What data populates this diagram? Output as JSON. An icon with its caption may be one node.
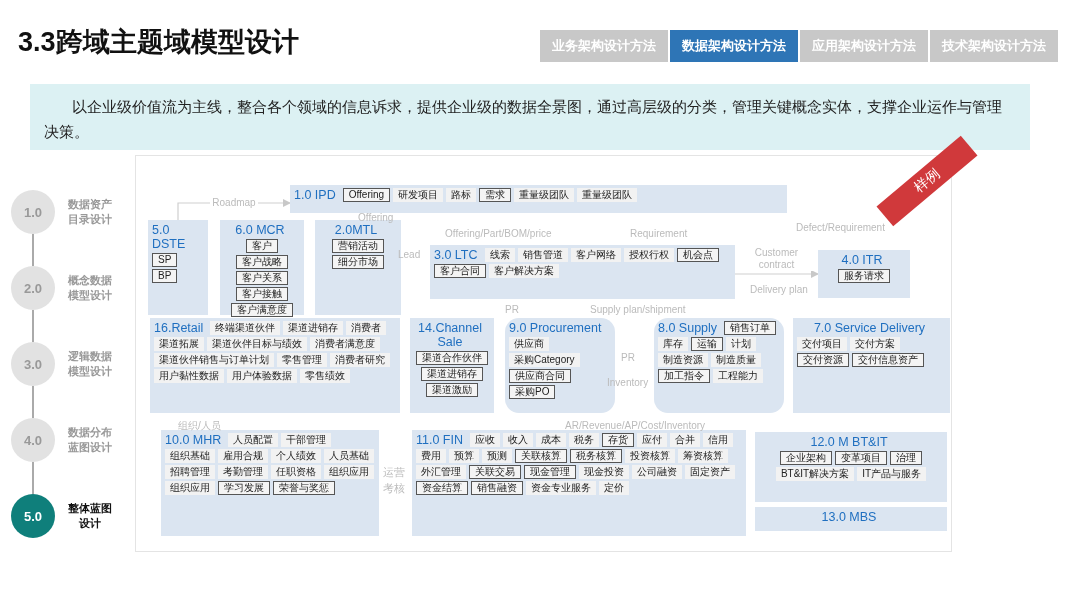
{
  "diagram": {
    "title": "3.3跨域主题域模型设计",
    "nodes": [
      {
        "text": [
          "1.0"
        ],
        "beside": [
          "数据资产目录设计"
        ]
      },
      {
        "text": [
          "2.0"
        ],
        "beside": [
          "概念数据模型设计"
        ]
      },
      {
        "text": [
          "3.0"
        ],
        "beside": [
          "逻辑数据模型设计"
        ]
      },
      {
        "text": [
          "4.0"
        ],
        "beside": [
          "数据分布蓝图设计"
        ]
      },
      {
        "text": [
          "5.0"
        ],
        "beside": [
          "整体蓝图设计"
        ]
      },
      {
        "text": [
          "以企业级价值流为主线，整合各个领域的信息诉求，提供企业级的数据全景图，通过高层级的分类，管理关键概念实体，支撑企业运作与管理决策。"
        ]
      },
      {
        "text": [
          "1.0 IPD"
        ]
      },
      {
        "text": [
          "Offering"
        ],
        "in": 6
      },
      {
        "text": [
          "研发项目"
        ],
        "in": 6
      },
      {
        "text": [
          "路标"
        ],
        "in": 6
      },
      {
        "text": [
          "需求"
        ],
        "in": 6
      },
      {
        "text": [
          "重量级团队"
        ],
        "in": 6
      },
      {
        "text": [
          "重量级团队"
        ],
        "in": 6
      },
      {
        "text": [
          "5.0 DSTE"
        ]
      },
      {
        "text": [
          "SP"
        ],
        "in": 13
      },
      {
        "text": [
          "BP"
        ],
        "in": 13
      },
      {
        "text": [
          "6.0 MCR"
        ]
      },
      {
        "text": [
          "客户"
        ],
        "in": 16
      },
      {
        "text": [
          "客户战略"
        ],
        "in": 16
      },
      {
        "text": [
          "客户关系"
        ],
        "in": 16
      },
      {
        "text": [
          "客户接触"
        ],
        "in": 16
      },
      {
        "text": [
          "客户满意度"
        ],
        "in": 16
      },
      {
        "text": [
          "2.0MTL"
        ]
      },
      {
        "text": [
          "营销活动"
        ],
        "in": 22
      },
      {
        "text": [
          "细分市场"
        ],
        "in": 22
      },
      {
        "text": [
          "3.0 LTC"
        ]
      },
      {
        "text": [
          "线索"
        ],
        "in": 25
      },
      {
        "text": [
          "销售管道"
        ],
        "in": 25
      },
      {
        "text": [
          "客户网络"
        ],
        "in": 25
      },
      {
        "text": [
          "授权行权"
        ],
        "in": 25
      },
      {
        "text": [
          "机会点"
        ],
        "in": 25
      },
      {
        "text": [
          "客户合同"
        ],
        "in": 25
      },
      {
        "text": [
          "客户解决方案"
        ],
        "in": 25
      },
      {
        "text": [
          "4.0 ITR"
        ]
      },
      {
        "text": [
          "服务请求"
        ],
        "in": 33
      },
      {
        "text": [
          "16.Retail"
        ]
      },
      {
        "text": [
          "终端渠道伙伴"
        ],
        "in": 35
      },
      {
        "text": [
          "渠道进销存"
        ],
        "in": 35
      },
      {
        "text": [
          "消费者"
        ],
        "in": 35
      },
      {
        "text": [
          "渠道拓展"
        ],
        "in": 35
      },
      {
        "text": [
          "渠道伙伴目标与绩效"
        ],
        "in": 35
      },
      {
        "text": [
          "消费者满意度"
        ],
        "in": 35
      },
      {
        "text": [
          "渠道伙伴销售与订单计划"
        ],
        "in": 35
      },
      {
        "text": [
          "零售管理"
        ],
        "in": 35
      },
      {
        "text": [
          "消费者研究"
        ],
        "in": 35
      },
      {
        "text": [
          "用户黏性数据"
        ],
        "in": 35
      },
      {
        "text": [
          "用户体验数据"
        ],
        "in": 35
      },
      {
        "text": [
          "零售绩效"
        ],
        "in": 35
      },
      {
        "text": [
          "14.Channel Sale"
        ]
      },
      {
        "text": [
          "渠道合作伙伴"
        ],
        "in": 48
      },
      {
        "text": [
          "渠道进销存"
        ],
        "in": 48
      },
      {
        "text": [
          "渠道激励"
        ],
        "in": 48
      },
      {
        "text": [
          "9.0 Procurement"
        ]
      },
      {
        "text": [
          "供应商"
        ],
        "in": 52
      },
      {
        "text": [
          "采购Category"
        ],
        "in": 52
      },
      {
        "text": [
          "供应商合同"
        ],
        "in": 52
      },
      {
        "text": [
          "采购PO"
        ],
        "in": 52
      },
      {
        "text": [
          "8.0 Supply"
        ]
      },
      {
        "text": [
          "销售订单"
        ],
        "in": 57
      },
      {
        "text": [
          "库存"
        ],
        "in": 57
      },
      {
        "text": [
          "运输"
        ],
        "in": 57
      },
      {
        "text": [
          "计划"
        ],
        "in": 57
      },
      {
        "text": [
          "制造资源"
        ],
        "in": 57
      },
      {
        "text": [
          "制造质量"
        ],
        "in": 57
      },
      {
        "text": [
          "加工指令"
        ],
        "in": 57
      },
      {
        "text": [
          "工程能力"
        ],
        "in": 57
      },
      {
        "text": [
          "7.0 Service Delivery"
        ]
      },
      {
        "text": [
          "交付项目"
        ],
        "in": 66
      },
      {
        "text": [
          "交付方案"
        ],
        "in": 66
      },
      {
        "text": [
          "交付资源"
        ],
        "in": 66
      },
      {
        "text": [
          "交付信息资产"
        ],
        "in": 66
      },
      {
        "text": [
          "10.0 MHR"
        ]
      },
      {
        "text": [
          "人员配置"
        ],
        "in": 71
      },
      {
        "text": [
          "干部管理"
        ],
        "in": 71
      },
      {
        "text": [
          "组织基础"
        ],
        "in": 71
      },
      {
        "text": [
          "雇用合规"
        ],
        "in": 71
      },
      {
        "text": [
          "个人绩效"
        ],
        "in": 71
      },
      {
        "text": [
          "人员基础"
        ],
        "in": 71
      },
      {
        "text": [
          "招聘管理"
        ],
        "in": 71
      },
      {
        "text": [
          "考勤管理"
        ],
        "in": 71
      },
      {
        "text": [
          "任职资格"
        ],
        "in": 71
      },
      {
        "text": [
          "组织应用"
        ],
        "in": 71
      },
      {
        "text": [
          "组织应用"
        ],
        "in": 71
      },
      {
        "text": [
          "学习发展"
        ],
        "in": 71
      },
      {
        "text": [
          "荣誉与奖惩"
        ],
        "in": 71
      },
      {
        "text": [
          "11.0 FIN"
        ]
      },
      {
        "text": [
          "应收"
        ],
        "in": 85
      },
      {
        "text": [
          "收入"
        ],
        "in": 85
      },
      {
        "text": [
          "成本"
        ],
        "in": 85
      },
      {
        "text": [
          "税务"
        ],
        "in": 85
      },
      {
        "text": [
          "存货"
        ],
        "in": 85
      },
      {
        "text": [
          "应付"
        ],
        "in": 85
      },
      {
        "text": [
          "合并"
        ],
        "in": 85
      },
      {
        "text": [
          "信用"
        ],
        "in": 85
      },
      {
        "text": [
          "费用"
        ],
        "in": 85
      },
      {
        "text": [
          "预算"
        ],
        "in": 85
      },
      {
        "text": [
          "预测"
        ],
        "in": 85
      },
      {
        "text": [
          "关联核算"
        ],
        "in": 85
      },
      {
        "text": [
          "税务核算"
        ],
        "in": 85
      },
      {
        "text": [
          "投资核算"
        ],
        "in": 85
      },
      {
        "text": [
          "筹资核算"
        ],
        "in": 85
      },
      {
        "text": [
          "外汇管理"
        ],
        "in": 85
      },
      {
        "text": [
          "关联交易"
        ],
        "in": 85
      },
      {
        "text": [
          "现金管理"
        ],
        "in": 85
      },
      {
        "text": [
          "现金投资"
        ],
        "in": 85
      },
      {
        "text": [
          "公司融资"
        ],
        "in": 85
      },
      {
        "text": [
          "固定资产"
        ],
        "in": 85
      },
      {
        "text": [
          "资金结算"
        ],
        "in": 85
      },
      {
        "text": [
          "销售融资"
        ],
        "in": 85
      },
      {
        "text": [
          "资金专业服务"
        ],
        "in": 85
      },
      {
        "text": [
          "定价"
        ],
        "in": 85
      },
      {
        "text": [
          "12.0 M BT&IT"
        ]
      },
      {
        "text": [
          "企业架构"
        ],
        "in": 111
      },
      {
        "text": [
          "变革项目"
        ],
        "in": 111
      },
      {
        "text": [
          "治理"
        ],
        "in": 111
      },
      {
        "text": [
          "BT&IT解决方案"
        ],
        "in": 111
      },
      {
        "text": [
          "IT产品与服务"
        ],
        "in": 111
      },
      {
        "text": [
          "13.0 MBS"
        ]
      }
    ],
    "edges": [
      {
        "from": 0,
        "to": 1,
        "arrow": "none"
      },
      {
        "from": 1,
        "to": 2,
        "arrow": "none"
      },
      {
        "from": 2,
        "to": 3,
        "arrow": "none"
      },
      {
        "from": 3,
        "to": 4,
        "arrow": "none"
      },
      {
        "from": 13,
        "to": 6,
        "arrow": "to",
        "label": "Roadmap"
      },
      {
        "from": 25,
        "to": 33,
        "arrow": "to",
        "label": "Customer contract"
      }
    ],
    "labels": [
      "业务架构设计方法",
      "数据架构设计方法",
      "应用架构设计方法",
      "技术架构设计方法",
      "样例",
      "Offering",
      "Defect/Requirement",
      "Offering/Part/BOM/price",
      "Requirement",
      "Lead",
      "Delivery plan",
      "PR",
      "Supply plan/shipment",
      "PR",
      "Inventory",
      "组织/人员",
      "AR/Revenue/AP/Cost/Inventory",
      "运营考核"
    ]
  }
}
